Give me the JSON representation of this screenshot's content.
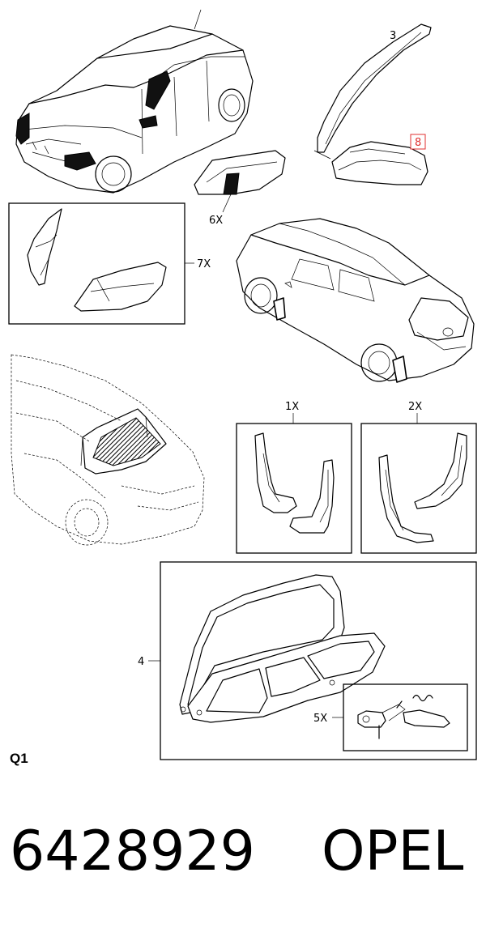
{
  "callouts": {
    "c1": "1X",
    "c2": "2X",
    "c3": "3",
    "c4": "4",
    "c5": "5X",
    "c6": "6X",
    "c7": "7X",
    "c8": "8"
  },
  "section_label": "Q1",
  "part_number": "6428929",
  "brand": "OPEL",
  "colors": {
    "highlight": "#e03030"
  }
}
